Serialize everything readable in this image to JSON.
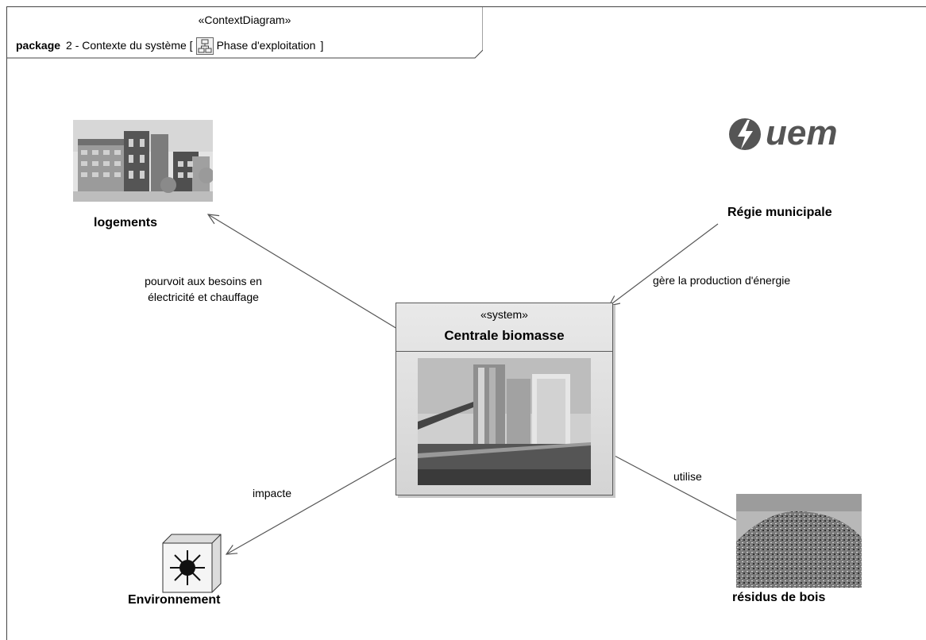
{
  "diagram": {
    "stereotype": "«ContextDiagram»",
    "keyword": "package",
    "name": "2 - Contexte du système [",
    "scope": "Phase d'exploitation",
    "close_bracket": "]"
  },
  "system": {
    "stereotype": "«system»",
    "name": "Centrale biomasse"
  },
  "actors": {
    "logements": "logements",
    "regie": "Régie municipale",
    "uem_logo": "uem",
    "environnement": "Environnement",
    "residus": "résidus de bois"
  },
  "relations": {
    "pourvoit_line1": "pourvoit aux besoins en",
    "pourvoit_line2": "électricité et chauffage",
    "gere": "gère la production d'énergie",
    "impacte": "impacte",
    "utilise": "utilise"
  },
  "icons": [
    "diagram-icon",
    "lightning-icon",
    "sun-icon"
  ]
}
